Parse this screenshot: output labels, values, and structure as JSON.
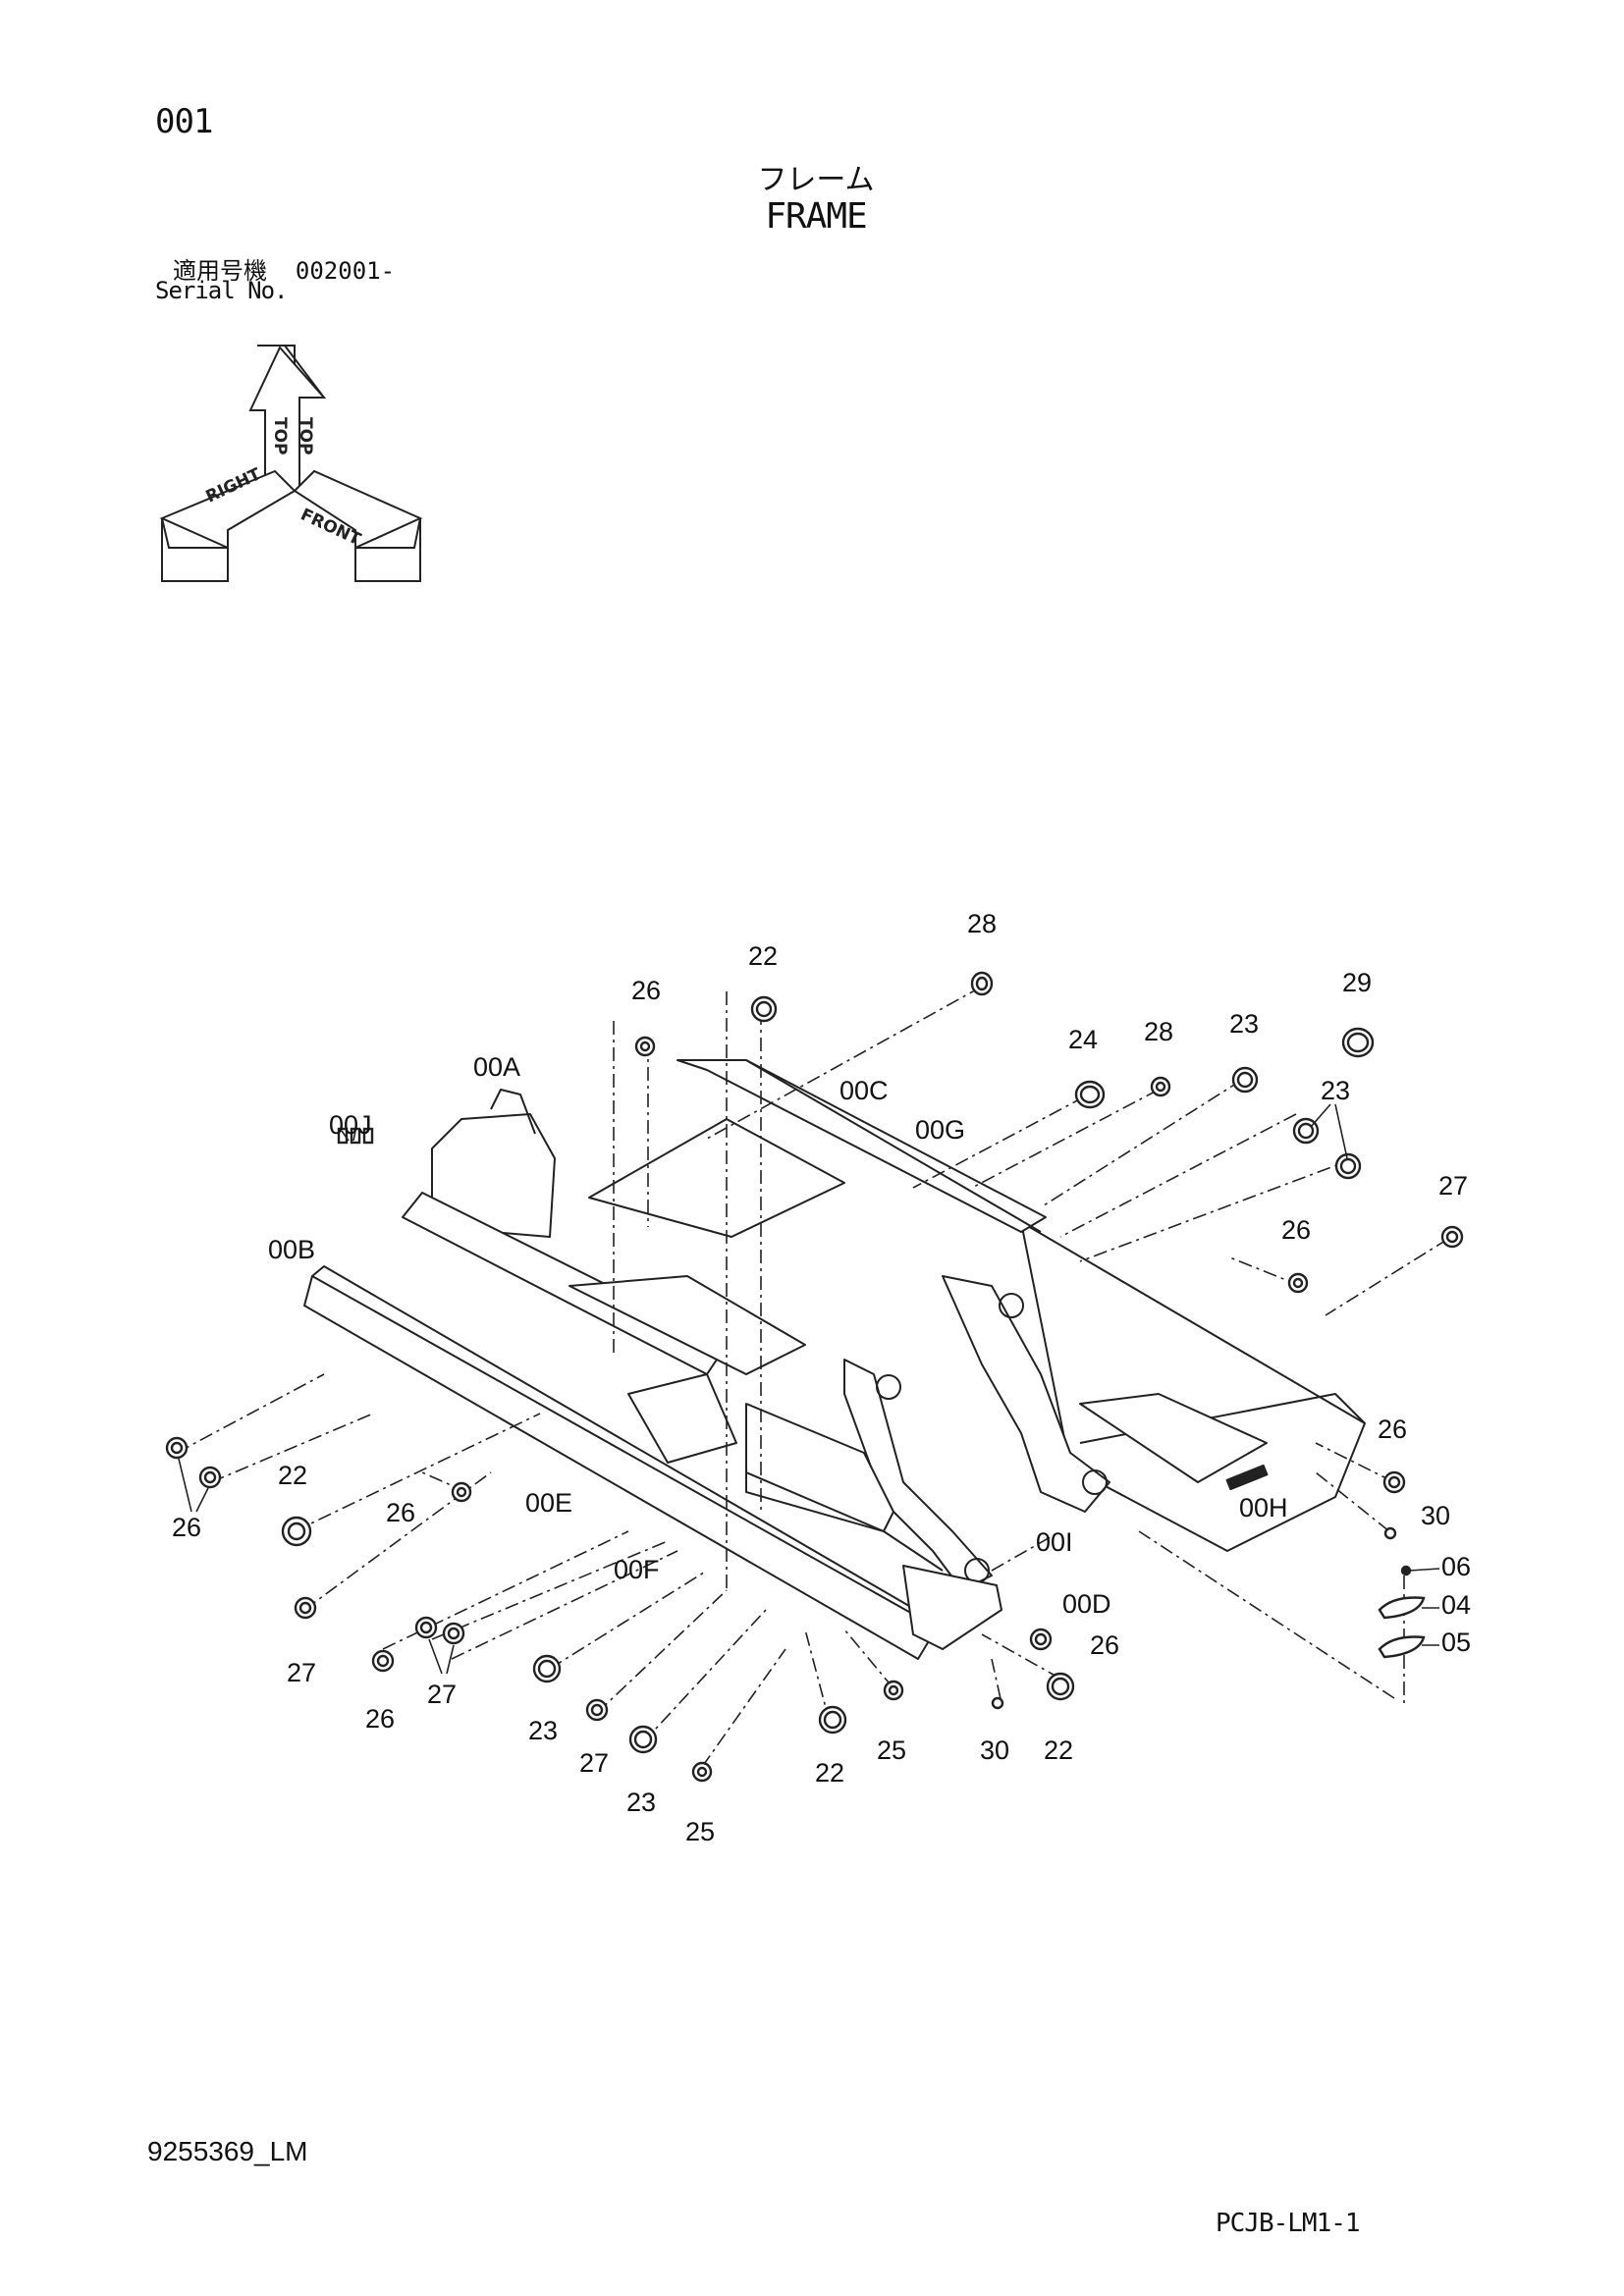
{
  "header": {
    "page_number": "001",
    "title_jp": "フレーム",
    "title_en": "FRAME",
    "serial_label_jp": "適用号機",
    "serial_value": "002001-",
    "serial_label_en": "Serial No."
  },
  "orientation": {
    "top": "TOP",
    "right": "RIGHT",
    "front": "FRONT"
  },
  "callouts": {
    "c28a": "28",
    "c22a": "22",
    "c26a": "26",
    "c29": "29",
    "c24": "24",
    "c28b": "28",
    "c23a": "23",
    "c23b": "23",
    "c00A": "00A",
    "c00C": "00C",
    "c00G": "00G",
    "c00J": "00J",
    "c27a": "27",
    "c26b": "26",
    "c00B": "00B",
    "c26c": "26",
    "c22b": "22",
    "c26d": "26",
    "c00E": "00E",
    "c26e": "26",
    "c30a": "30",
    "c00H": "00H",
    "c00I": "00I",
    "c06": "06",
    "c04": "04",
    "c05": "05",
    "c00F": "00F",
    "c00D": "00D",
    "c27b": "27",
    "c26f": "26",
    "c26g": "26",
    "c27c": "27",
    "c23c": "23",
    "c27d": "27",
    "c23d": "23",
    "c22c": "22",
    "c25a": "25",
    "c30b": "30",
    "c22d": "22",
    "c25b": "25"
  },
  "footer": {
    "doc_id": "9255369_LM",
    "page_code": "PCJB-LM1-1"
  }
}
